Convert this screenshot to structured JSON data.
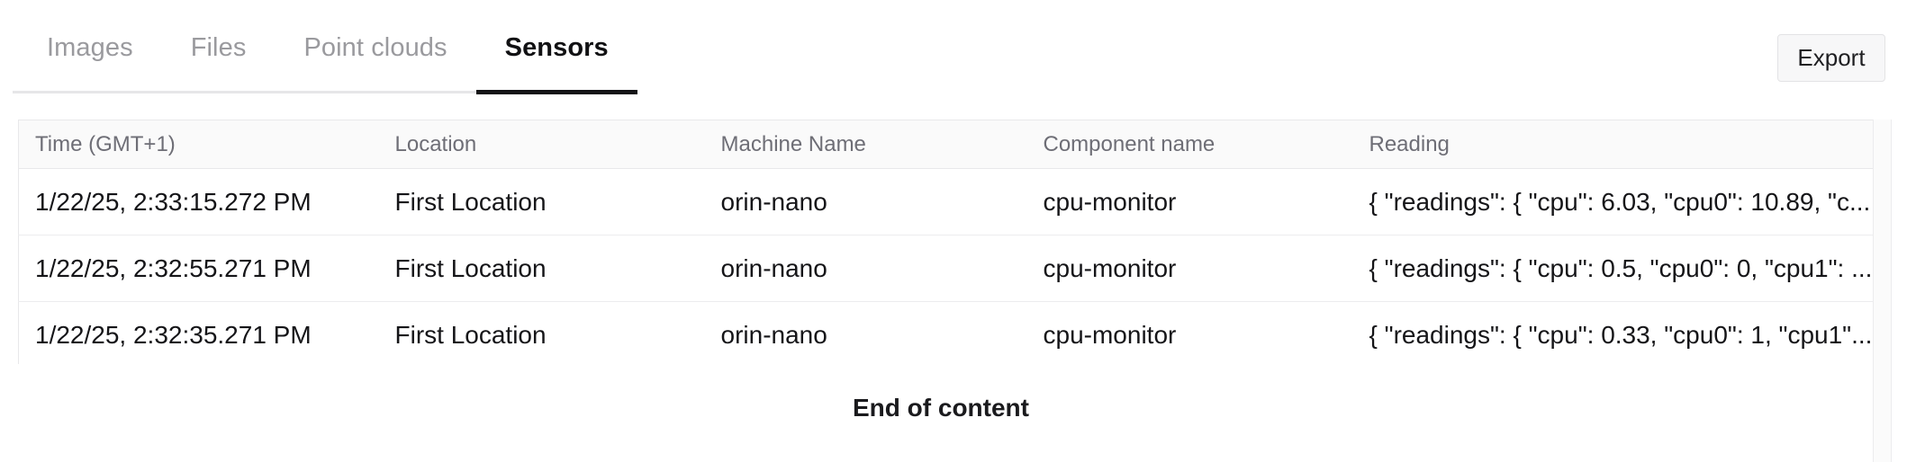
{
  "tabs": [
    {
      "label": "Images",
      "active": false
    },
    {
      "label": "Files",
      "active": false
    },
    {
      "label": "Point clouds",
      "active": false
    },
    {
      "label": "Sensors",
      "active": true
    }
  ],
  "toolbar": {
    "export_label": "Export"
  },
  "table": {
    "columns": [
      "Time (GMT+1)",
      "Location",
      "Machine Name",
      "Component name",
      "Reading"
    ],
    "rows": [
      {
        "time": "1/22/25, 2:33:15.272 PM",
        "location": "First Location",
        "machine": "orin-nano",
        "component": "cpu-monitor",
        "reading": "{ \"readings\": { \"cpu\": 6.03, \"cpu0\": 10.89, \"c..."
      },
      {
        "time": "1/22/25, 2:32:55.271 PM",
        "location": "First Location",
        "machine": "orin-nano",
        "component": "cpu-monitor",
        "reading": "{ \"readings\": { \"cpu\": 0.5, \"cpu0\": 0, \"cpu1\": ..."
      },
      {
        "time": "1/22/25, 2:32:35.271 PM",
        "location": "First Location",
        "machine": "orin-nano",
        "component": "cpu-monitor",
        "reading": "{ \"readings\": { \"cpu\": 0.33, \"cpu0\": 1, \"cpu1\"..."
      }
    ]
  },
  "footer": {
    "end_of_content": "End of content"
  },
  "colors": {
    "accent": "#131315",
    "tab_inactive": "#9a9a9e",
    "header_text": "#6e6e76",
    "body_text": "#151518",
    "header_bg": "#fafafa",
    "border": "#e8e8ea"
  }
}
